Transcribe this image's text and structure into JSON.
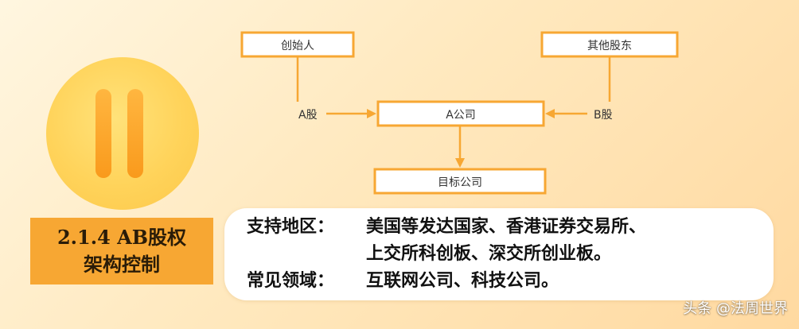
{
  "diagram": {
    "nodes": {
      "founder": "创始人",
      "other_shareholders": "其他股东",
      "company_a": "A公司",
      "target_company": "目标公司"
    },
    "edge_labels": {
      "a_shares": "A股",
      "b_shares": "B股"
    }
  },
  "title": {
    "line1": "2.1.4 AB股权",
    "line2": "架构控制"
  },
  "info": {
    "regions_label": "支持地区：",
    "regions_line1": "美国等发达国家、香港证券交易所、",
    "regions_line2": "上交所科创板、深交所创业板。",
    "fields_label": "常见领域：",
    "fields_value": "互联网公司、科技公司。"
  },
  "watermark": "头条 @法周世界",
  "colors": {
    "accent": "#f7a733",
    "badge": "#ffd35a",
    "background": "#ffe9bf"
  }
}
